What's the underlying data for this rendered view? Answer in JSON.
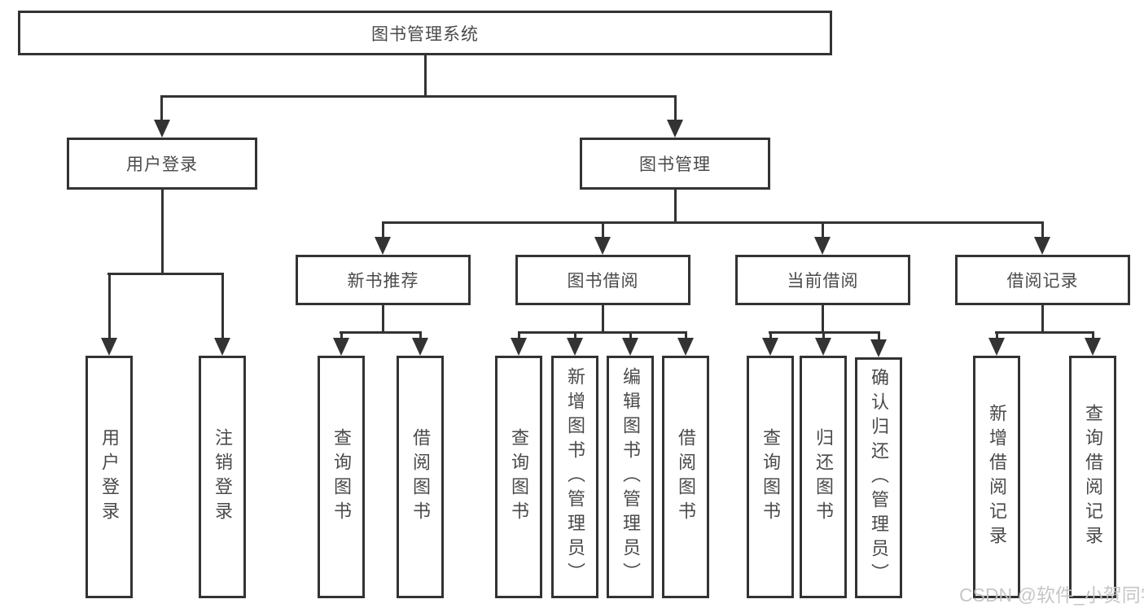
{
  "tree": {
    "root": {
      "label": "图书管理系统"
    },
    "children": [
      {
        "label": "用户登录",
        "children": [
          {
            "label": "用户登录"
          },
          {
            "label": "注销登录"
          }
        ]
      },
      {
        "label": "图书管理",
        "children": [
          {
            "label": "新书推荐",
            "children": [
              {
                "label": "查询图书"
              },
              {
                "label": "借阅图书"
              }
            ]
          },
          {
            "label": "图书借阅",
            "children": [
              {
                "label": "查询图书"
              },
              {
                "label": "新增图书（管理员）"
              },
              {
                "label": "编辑图书（管理员）"
              },
              {
                "label": "借阅图书"
              }
            ]
          },
          {
            "label": "当前借阅",
            "children": [
              {
                "label": "查询图书"
              },
              {
                "label": "归还图书"
              },
              {
                "label": "确认归还（管理员）"
              }
            ]
          },
          {
            "label": "借阅记录",
            "children": [
              {
                "label": "新增借阅记录"
              },
              {
                "label": "查询借阅记录"
              }
            ]
          }
        ]
      }
    ]
  },
  "watermark": "CSDN @软件_小贺同学",
  "colors": {
    "line": "#333333",
    "text": "#4a4a4a",
    "background": "#ffffff",
    "watermark": "#c2c2c2"
  }
}
